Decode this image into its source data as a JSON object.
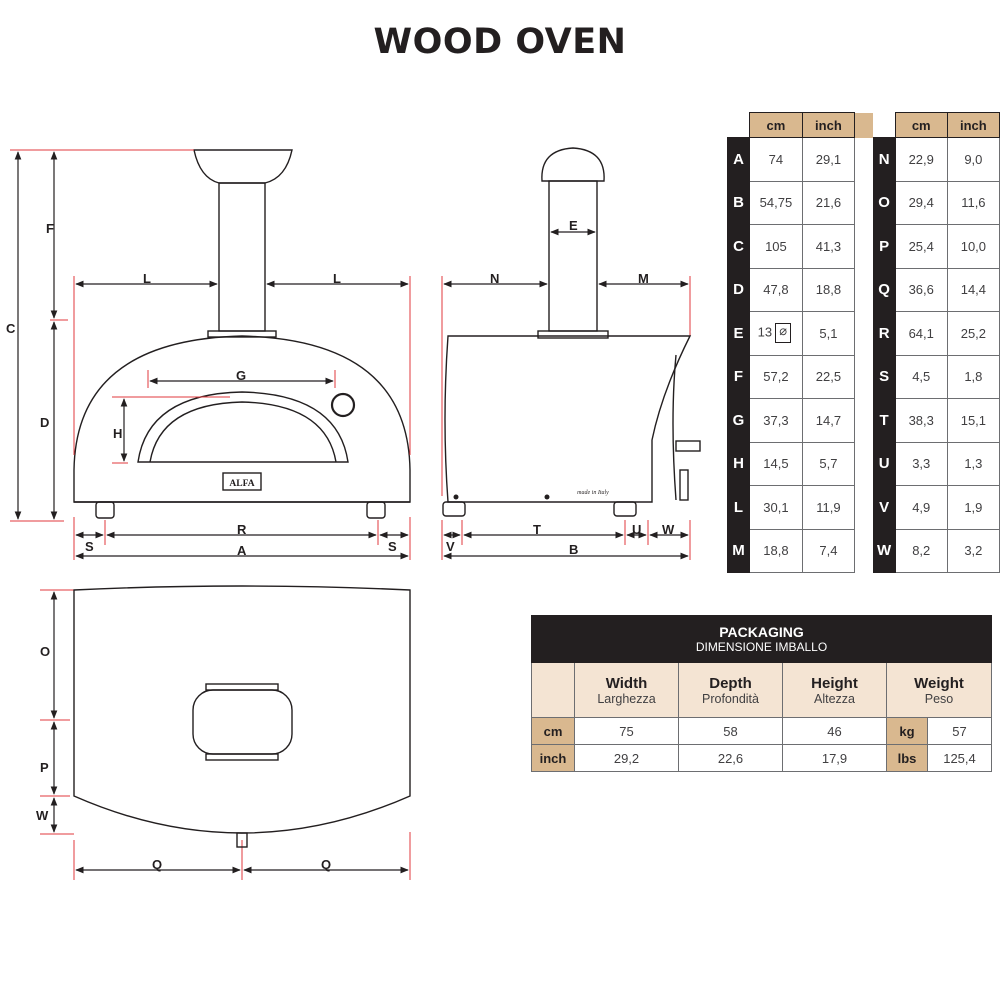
{
  "title": "WOOD OVEN",
  "diagram_labels": {
    "front": [
      "F",
      "C",
      "D",
      "L",
      "L",
      "G",
      "H",
      "R",
      "S",
      "S",
      "A"
    ],
    "side": [
      "E",
      "N",
      "M",
      "T",
      "U",
      "W",
      "V",
      "B"
    ],
    "top": [
      "O",
      "P",
      "W",
      "Q",
      "Q"
    ],
    "badge": "ALFA",
    "side_badge": "made in Italy"
  },
  "dimensions_table": {
    "unit_cm": "cm",
    "unit_inch": "inch",
    "left": [
      {
        "letter": "A",
        "cm": "74",
        "inch": "29,1"
      },
      {
        "letter": "B",
        "cm": "54,75",
        "inch": "21,6"
      },
      {
        "letter": "C",
        "cm": "105",
        "inch": "41,3"
      },
      {
        "letter": "D",
        "cm": "47,8",
        "inch": "18,8"
      },
      {
        "letter": "E",
        "cm": "13",
        "inch": "5,1"
      },
      {
        "letter": "F",
        "cm": "57,2",
        "inch": "22,5"
      },
      {
        "letter": "G",
        "cm": "37,3",
        "inch": "14,7"
      },
      {
        "letter": "H",
        "cm": "14,5",
        "inch": "5,7"
      },
      {
        "letter": "L",
        "cm": "30,1",
        "inch": "11,9"
      },
      {
        "letter": "M",
        "cm": "18,8",
        "inch": "7,4"
      }
    ],
    "right": [
      {
        "letter": "N",
        "cm": "22,9",
        "inch": "9,0"
      },
      {
        "letter": "O",
        "cm": "29,4",
        "inch": "11,6"
      },
      {
        "letter": "P",
        "cm": "25,4",
        "inch": "10,0"
      },
      {
        "letter": "Q",
        "cm": "36,6",
        "inch": "14,4"
      },
      {
        "letter": "R",
        "cm": "64,1",
        "inch": "25,2"
      },
      {
        "letter": "S",
        "cm": "4,5",
        "inch": "1,8"
      },
      {
        "letter": "T",
        "cm": "38,3",
        "inch": "15,1"
      },
      {
        "letter": "U",
        "cm": "3,3",
        "inch": "1,3"
      },
      {
        "letter": "V",
        "cm": "4,9",
        "inch": "1,9"
      },
      {
        "letter": "W",
        "cm": "8,2",
        "inch": "3,2"
      }
    ]
  },
  "packaging": {
    "title": "PACKAGING",
    "subtitle": "DIMENSIONE IMBALLO",
    "columns": [
      {
        "title": "Width",
        "subtitle": "Larghezza"
      },
      {
        "title": "Depth",
        "subtitle": "Profondità"
      },
      {
        "title": "Height",
        "subtitle": "Altezza"
      },
      {
        "title": "Weight",
        "subtitle": "Peso"
      }
    ],
    "rows": [
      {
        "unit": "cm",
        "width": "75",
        "depth": "58",
        "height": "46",
        "weight_unit": "kg",
        "weight": "57"
      },
      {
        "unit": "inch",
        "width": "29,2",
        "depth": "22,6",
        "height": "17,9",
        "weight_unit": "lbs",
        "weight": "125,4"
      }
    ]
  },
  "colors": {
    "accent_tan": "#d9b88f",
    "header_dark": "#231f20",
    "light_tan": "#f4e4d3",
    "dimension_red": "#e03a3e"
  }
}
